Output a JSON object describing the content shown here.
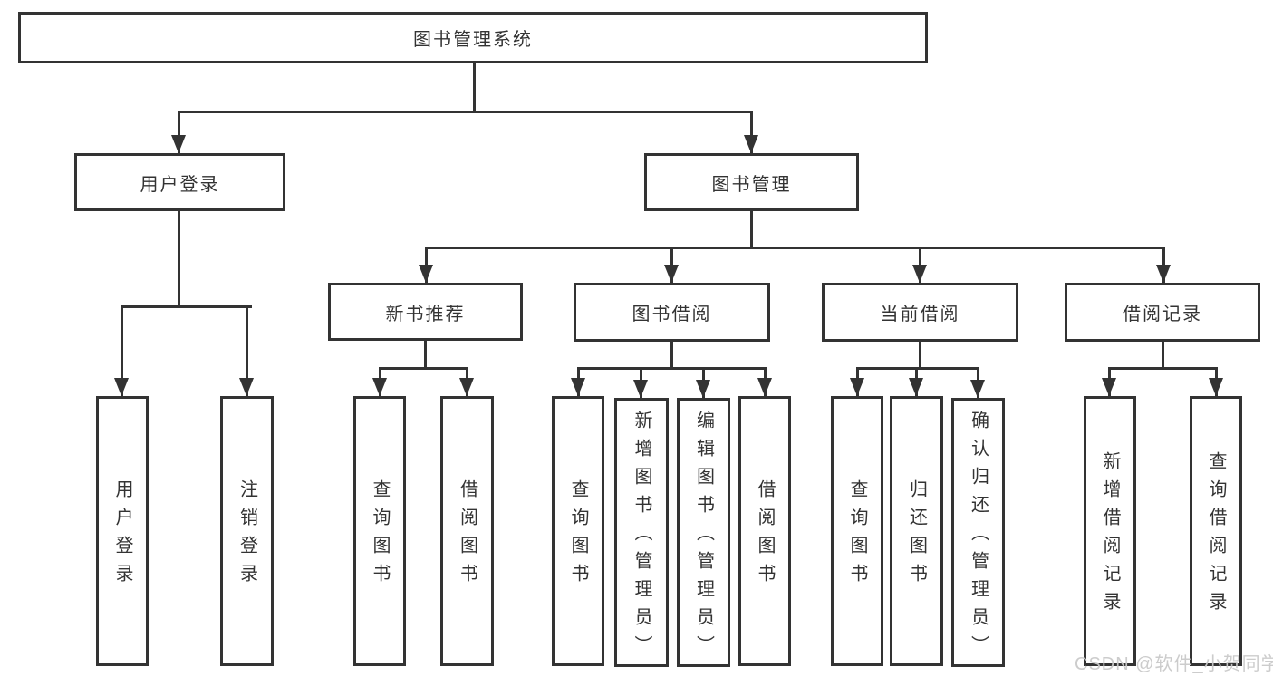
{
  "diagram_title": "图书管理系统",
  "colors": {
    "line": "#333333",
    "text": "#333333",
    "box_background": "#ffffff",
    "page_background": "#ffffff",
    "watermark": "#c9c9c9"
  },
  "nodes": {
    "root": "图书管理系统",
    "level1": [
      "用户登录",
      "图书管理"
    ],
    "level2": [
      "新书推荐",
      "图书借阅",
      "当前借阅",
      "借阅记录"
    ],
    "leaves": [
      "用户登录",
      "注销登录",
      "查询图书",
      "借阅图书",
      "查询图书",
      "新增图书（管理员）",
      "编辑图书（管理员）",
      "借阅图书",
      "查询图书",
      "归还图书",
      "确认归还（管理员）",
      "新增借阅记录",
      "查询借阅记录"
    ]
  },
  "hierarchy": {
    "图书管理系统": {
      "用户登录": [
        "用户登录",
        "注销登录"
      ],
      "图书管理": {
        "新书推荐": [
          "查询图书",
          "借阅图书"
        ],
        "图书借阅": [
          "查询图书",
          "新增图书（管理员）",
          "编辑图书（管理员）",
          "借阅图书"
        ],
        "当前借阅": [
          "查询图书",
          "归还图书",
          "确认归还（管理员）"
        ],
        "借阅记录": [
          "新增借阅记录",
          "查询借阅记录"
        ]
      }
    }
  },
  "watermark": "CSDN @软件_小贺同学"
}
